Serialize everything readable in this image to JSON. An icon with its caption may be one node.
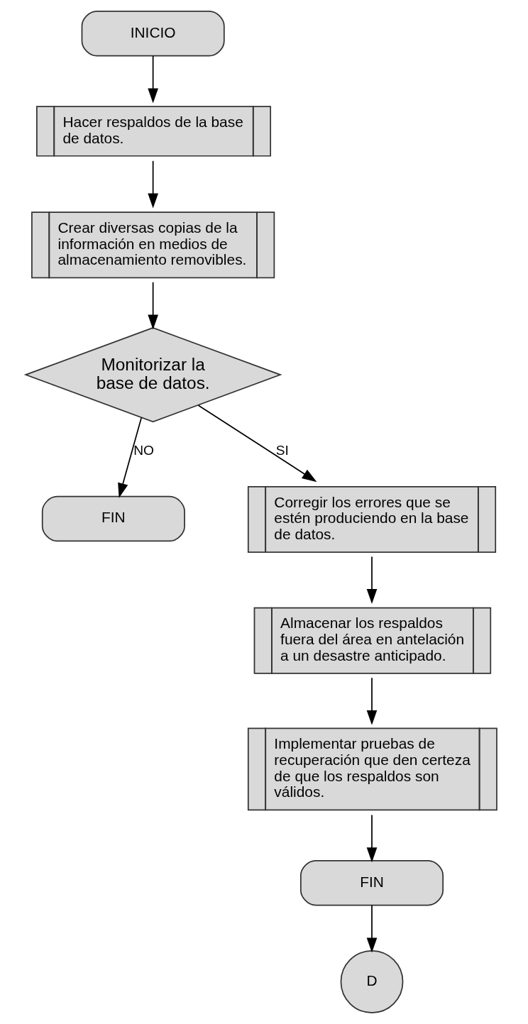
{
  "diagram": {
    "nodes": [
      {
        "text": [
          "INICIO"
        ]
      },
      {
        "text": [
          "Hacer respaldos de la base de datos."
        ]
      },
      {
        "text": [
          "Crear diversas copias de la información en medios de almacenamiento removibles."
        ]
      },
      {
        "text": [
          "Monitorizar la base de datos."
        ]
      },
      {
        "text": [
          "FIN"
        ]
      },
      {
        "text": [
          "Corregir los errores que se estén produciendo en la base de datos."
        ]
      },
      {
        "text": [
          "Almacenar los respaldos fuera del área en antelación a un desastre anticipado."
        ]
      },
      {
        "text": [
          "Implementar pruebas de recuperación que den certeza de que los respaldos son válidos."
        ]
      },
      {
        "text": [
          "FIN"
        ]
      },
      {
        "text": [
          "D"
        ]
      }
    ],
    "edges": [
      {
        "from": 0,
        "to": 1,
        "arrow": "to"
      },
      {
        "from": 1,
        "to": 2,
        "arrow": "to"
      },
      {
        "from": 2,
        "to": 3,
        "arrow": "to"
      },
      {
        "from": 3,
        "to": 4,
        "arrow": "to",
        "label": "NO"
      },
      {
        "from": 3,
        "to": 5,
        "arrow": "to",
        "label": "SI"
      },
      {
        "from": 5,
        "to": 6,
        "arrow": "to"
      },
      {
        "from": 6,
        "to": 7,
        "arrow": "to"
      },
      {
        "from": 7,
        "to": 8,
        "arrow": "to"
      },
      {
        "from": 8,
        "to": 9,
        "arrow": "to"
      }
    ]
  }
}
